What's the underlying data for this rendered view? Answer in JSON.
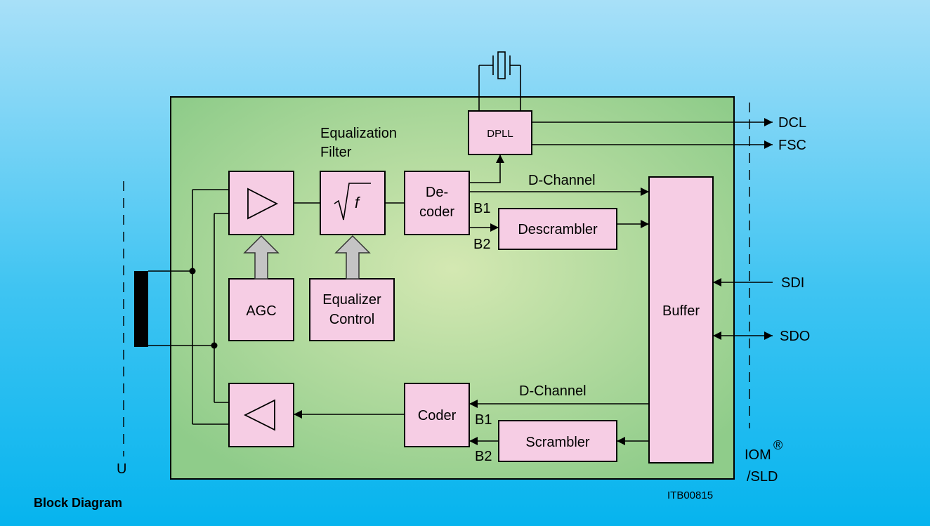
{
  "blocks": {
    "equalization_filter_line1": "Equalization",
    "equalization_filter_line2": "Filter",
    "filter_symbol": "f",
    "decoder_line1": "De-",
    "decoder_line2": "coder",
    "dpll": "DPLL",
    "descrambler": "Descrambler",
    "agc": "AGC",
    "equalizer_control_line1": "Equalizer",
    "equalizer_control_line2": "Control",
    "buffer": "Buffer",
    "coder": "Coder",
    "scrambler": "Scrambler"
  },
  "signals": {
    "d_channel_rx": "D-Channel",
    "b1_rx": "B1",
    "b2_rx": "B2",
    "d_channel_tx": "D-Channel",
    "b1_tx": "B1",
    "b2_tx": "B2"
  },
  "ports": {
    "dcl": "DCL",
    "fsc": "FSC",
    "sdi": "SDI",
    "sdo": "SDO",
    "u": "U",
    "iom": "IOM",
    "iom_reg": "®",
    "sld": "/SLD"
  },
  "caption": "Block Diagram",
  "figure_id": "ITB00815",
  "colors": {
    "chip_fill": "#8fcc8a",
    "block_fill": "#f6cde4",
    "background": "#38c3f2"
  }
}
